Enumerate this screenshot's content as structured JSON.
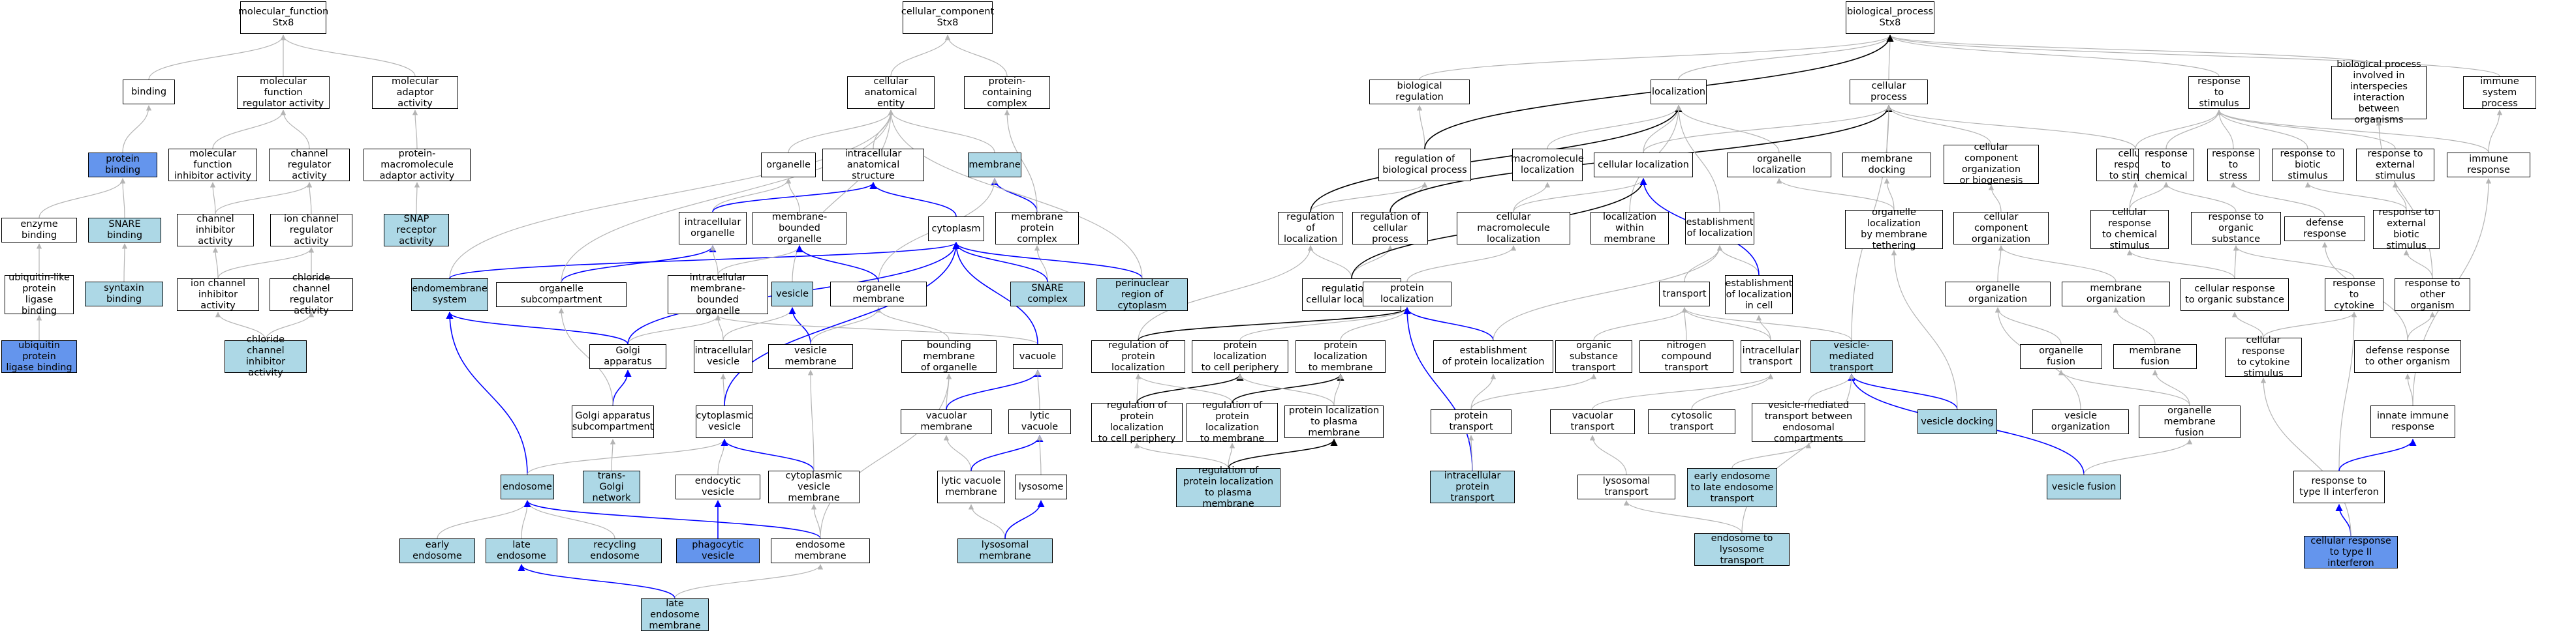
{
  "colors": {
    "is_a_edge": "#b4b4b4",
    "part_of_edge": "#0000ff",
    "regulates_edge": "#000000",
    "light_fill": "#add8e6",
    "dark_fill": "#6495ed",
    "white_fill": "#ffffff"
  },
  "nodes": {
    "mf": "molecular_function\nStx8",
    "binding": "binding",
    "mfreg": "molecular function\nregulator activity",
    "molad": "molecular adaptor\nactivity",
    "protbind": "protein binding",
    "mfinh": "molecular function\ninhibitor activity",
    "chreg": "channel regulator\nactivity",
    "pmad": "protein-macromolecule\nadaptor activity",
    "enzbind": "enzyme binding",
    "snarebind": "SNARE binding",
    "chinh": "channel inhibitor\nactivity",
    "ionchreg": "ion channel\nregulator activity",
    "snaprec": "SNAP receptor\nactivity",
    "ublike": "ubiquitin-like\nprotein ligase\nbinding",
    "syntaxin": "syntaxin binding",
    "ionchinh": "ion channel\ninhibitor activity",
    "clchreg": "chloride channel\nregulator activity",
    "ubprot": "ubiquitin protein\nligase binding",
    "clchinh": "chloride channel\ninhibitor activity",
    "cc": "cellular_component\nStx8",
    "cae": "cellular anatomical\nentity",
    "pcc": "protein-containing\ncomplex",
    "organelle": "organelle",
    "ias": "intracellular\nanatomical structure",
    "membrane": "membrane",
    "intraorg": "intracellular\norganelle",
    "mbo": "membrane-bounded\norganelle",
    "cytoplasm": "cytoplasm",
    "mpc": "membrane protein\ncomplex",
    "endosys": "endomembrane\nsystem",
    "orgsub": "organelle subcompartment",
    "imbo": "intracellular\nmembrane-bounded\norganelle",
    "vesicle": "vesicle",
    "orgmem": "organelle membrane",
    "snarecx": "SNARE complex",
    "perinuc": "perinuclear\nregion of cytoplasm",
    "golgi": "Golgi apparatus",
    "intraves": "intracellular\nvesicle",
    "vesmem": "vesicle membrane",
    "bmo": "bounding membrane\nof organelle",
    "vacuole": "vacuole",
    "golgisub": "Golgi apparatus\nsubcompartment",
    "cytves": "cytoplasmic\nvesicle",
    "vacmem": "vacuolar membrane",
    "lytvac": "lytic vacuole",
    "endosome": "endosome",
    "tgn": "trans-Golgi\nnetwork",
    "endoves": "endocytic vesicle",
    "cvm": "cytoplasmic\nvesicle membrane",
    "lvm": "lytic vacuole\nmembrane",
    "lysosome": "lysosome",
    "earlyendo": "early endosome",
    "lateendo": "late endosome",
    "recycendo": "recycling endosome",
    "phago": "phagocytic vesicle",
    "endomem": "endosome membrane",
    "lysomem": "lysosomal membrane",
    "lateendomem": "late endosome\nmembrane",
    "bp": "biological_process\nStx8",
    "bioreg": "biological regulation",
    "localization": "localization",
    "cellproc": "cellular process",
    "respstim": "response to\nstimulus",
    "bpinter": "biological process\ninvolved in\ninterspecies\ninteraction\nbetween organisms",
    "immsys": "immune system\nprocess",
    "regbp": "regulation of\nbiological process",
    "macroloc": "macromolecule\nlocalization",
    "cellloc": "cellular localization",
    "orgloc": "organelle localization",
    "memdock": "membrane docking",
    "ccob": "cellular component\norganization\nor biogenesis",
    "cellresp": "cellular response\nto stimulus",
    "respchem": "response to\nchemical",
    "respstress": "response to\nstress",
    "respbiotic": "response to\nbiotic stimulus",
    "respext": "response to\nexternal stimulus",
    "immresp": "immune response",
    "regloc": "regulation of\nlocalization",
    "regcp": "regulation of\ncellular process",
    "cml": "cellular macromolecule\nlocalization",
    "locwm": "localization\nwithin membrane",
    "estloc": "establishment\nof localization",
    "olbmt": "organelle localization\nby membrane\ntethering",
    "cco": "cellular component\norganization",
    "crchem": "cellular response\nto chemical\nstimulus",
    "respos": "response to\norganic substance",
    "defresp": "defense response",
    "respebs": "response to\nexternal biotic\nstimulus",
    "regcl": "regulation of\ncellular localization",
    "protloc": "protein localization",
    "transport": "transport",
    "estlocell": "establishment\nof localization\nin cell",
    "vmt": "vesicle-mediated\ntransport",
    "orgorg": "organelle organization",
    "memorg": "membrane organization",
    "cros": "cellular response\nto organic substance",
    "respcyt": "response to\ncytokine",
    "respoo": "response to\nother organism",
    "regpl": "regulation of\nprotein localization",
    "plcp": "protein localization\nto cell periphery",
    "plm": "protein localization\nto membrane",
    "estpl": "establishment\nof protein localization",
    "ost": "organic substance\ntransport",
    "nct": "nitrogen compound\ntransport",
    "intratrans": "intracellular\ntransport",
    "orgfusion": "organelle fusion",
    "memfusion": "membrane fusion",
    "crcs": "cellular response\nto cytokine\nstimulus",
    "defroo": "defense response\nto other organism",
    "regplcp": "regulation of\nprotein localization\nto cell periphery",
    "regplm": "regulation of\nprotein localization\nto membrane",
    "plpm": "protein localization\nto plasma membrane",
    "prottrans": "protein transport",
    "vactrans": "vacuolar transport",
    "cyttrans": "cytosolic transport",
    "vmtbec": "vesicle-mediated\ntransport between\nendosomal compartments",
    "vesdock": "vesicle docking",
    "vesorg": "vesicle organization",
    "omf": "organelle membrane\nfusion",
    "innate": "innate immune\nresponse",
    "regplpm": "regulation of\nprotein localization\nto plasma membrane",
    "ipt": "intracellular\nprotein transport",
    "lysotrans": "lysosomal transport",
    "eetole": "early endosome\nto late endosome\ntransport",
    "vesfusion": "vesicle fusion",
    "resp2ifn": "response to\ntype II interferon",
    "etolt": "endosome to\nlysosome transport",
    "cr2ifn": "cellular response\nto type II interferon"
  }
}
